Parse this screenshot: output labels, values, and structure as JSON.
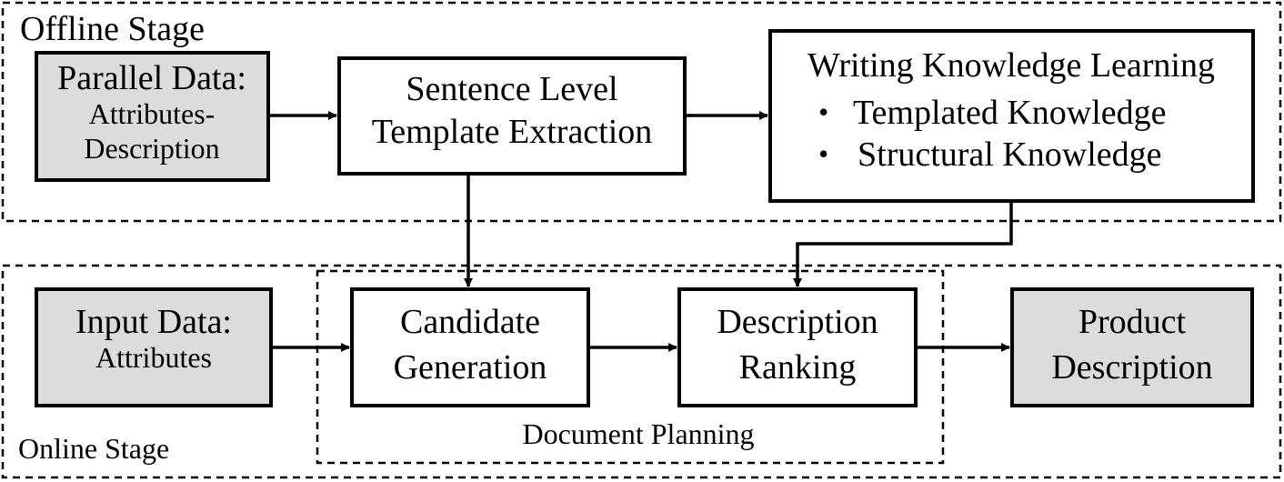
{
  "offline_stage": {
    "label": "Offline Stage"
  },
  "online_stage": {
    "label": "Online Stage"
  },
  "document_planning": {
    "label": "Document Planning"
  },
  "parallel_data": {
    "line1": "Parallel Data:",
    "line2": "Attributes-",
    "line3": "Description"
  },
  "template_extraction": {
    "line1": "Sentence Level",
    "line2": "Template Extraction"
  },
  "knowledge_learning": {
    "title": "Writing Knowledge Learning",
    "bullet_symbol": "•",
    "items": [
      "Templated Knowledge",
      "Structural Knowledge"
    ]
  },
  "input_data": {
    "line1": "Input Data:",
    "line2": "Attributes"
  },
  "candidate_generation": {
    "line1": "Candidate",
    "line2": "Generation"
  },
  "description_ranking": {
    "line1": "Description",
    "line2": "Ranking"
  },
  "product_description": {
    "line1": "Product",
    "line2": "Description"
  },
  "colors": {
    "shaded_fill": "#dcdcdc",
    "stroke": "#000000"
  }
}
